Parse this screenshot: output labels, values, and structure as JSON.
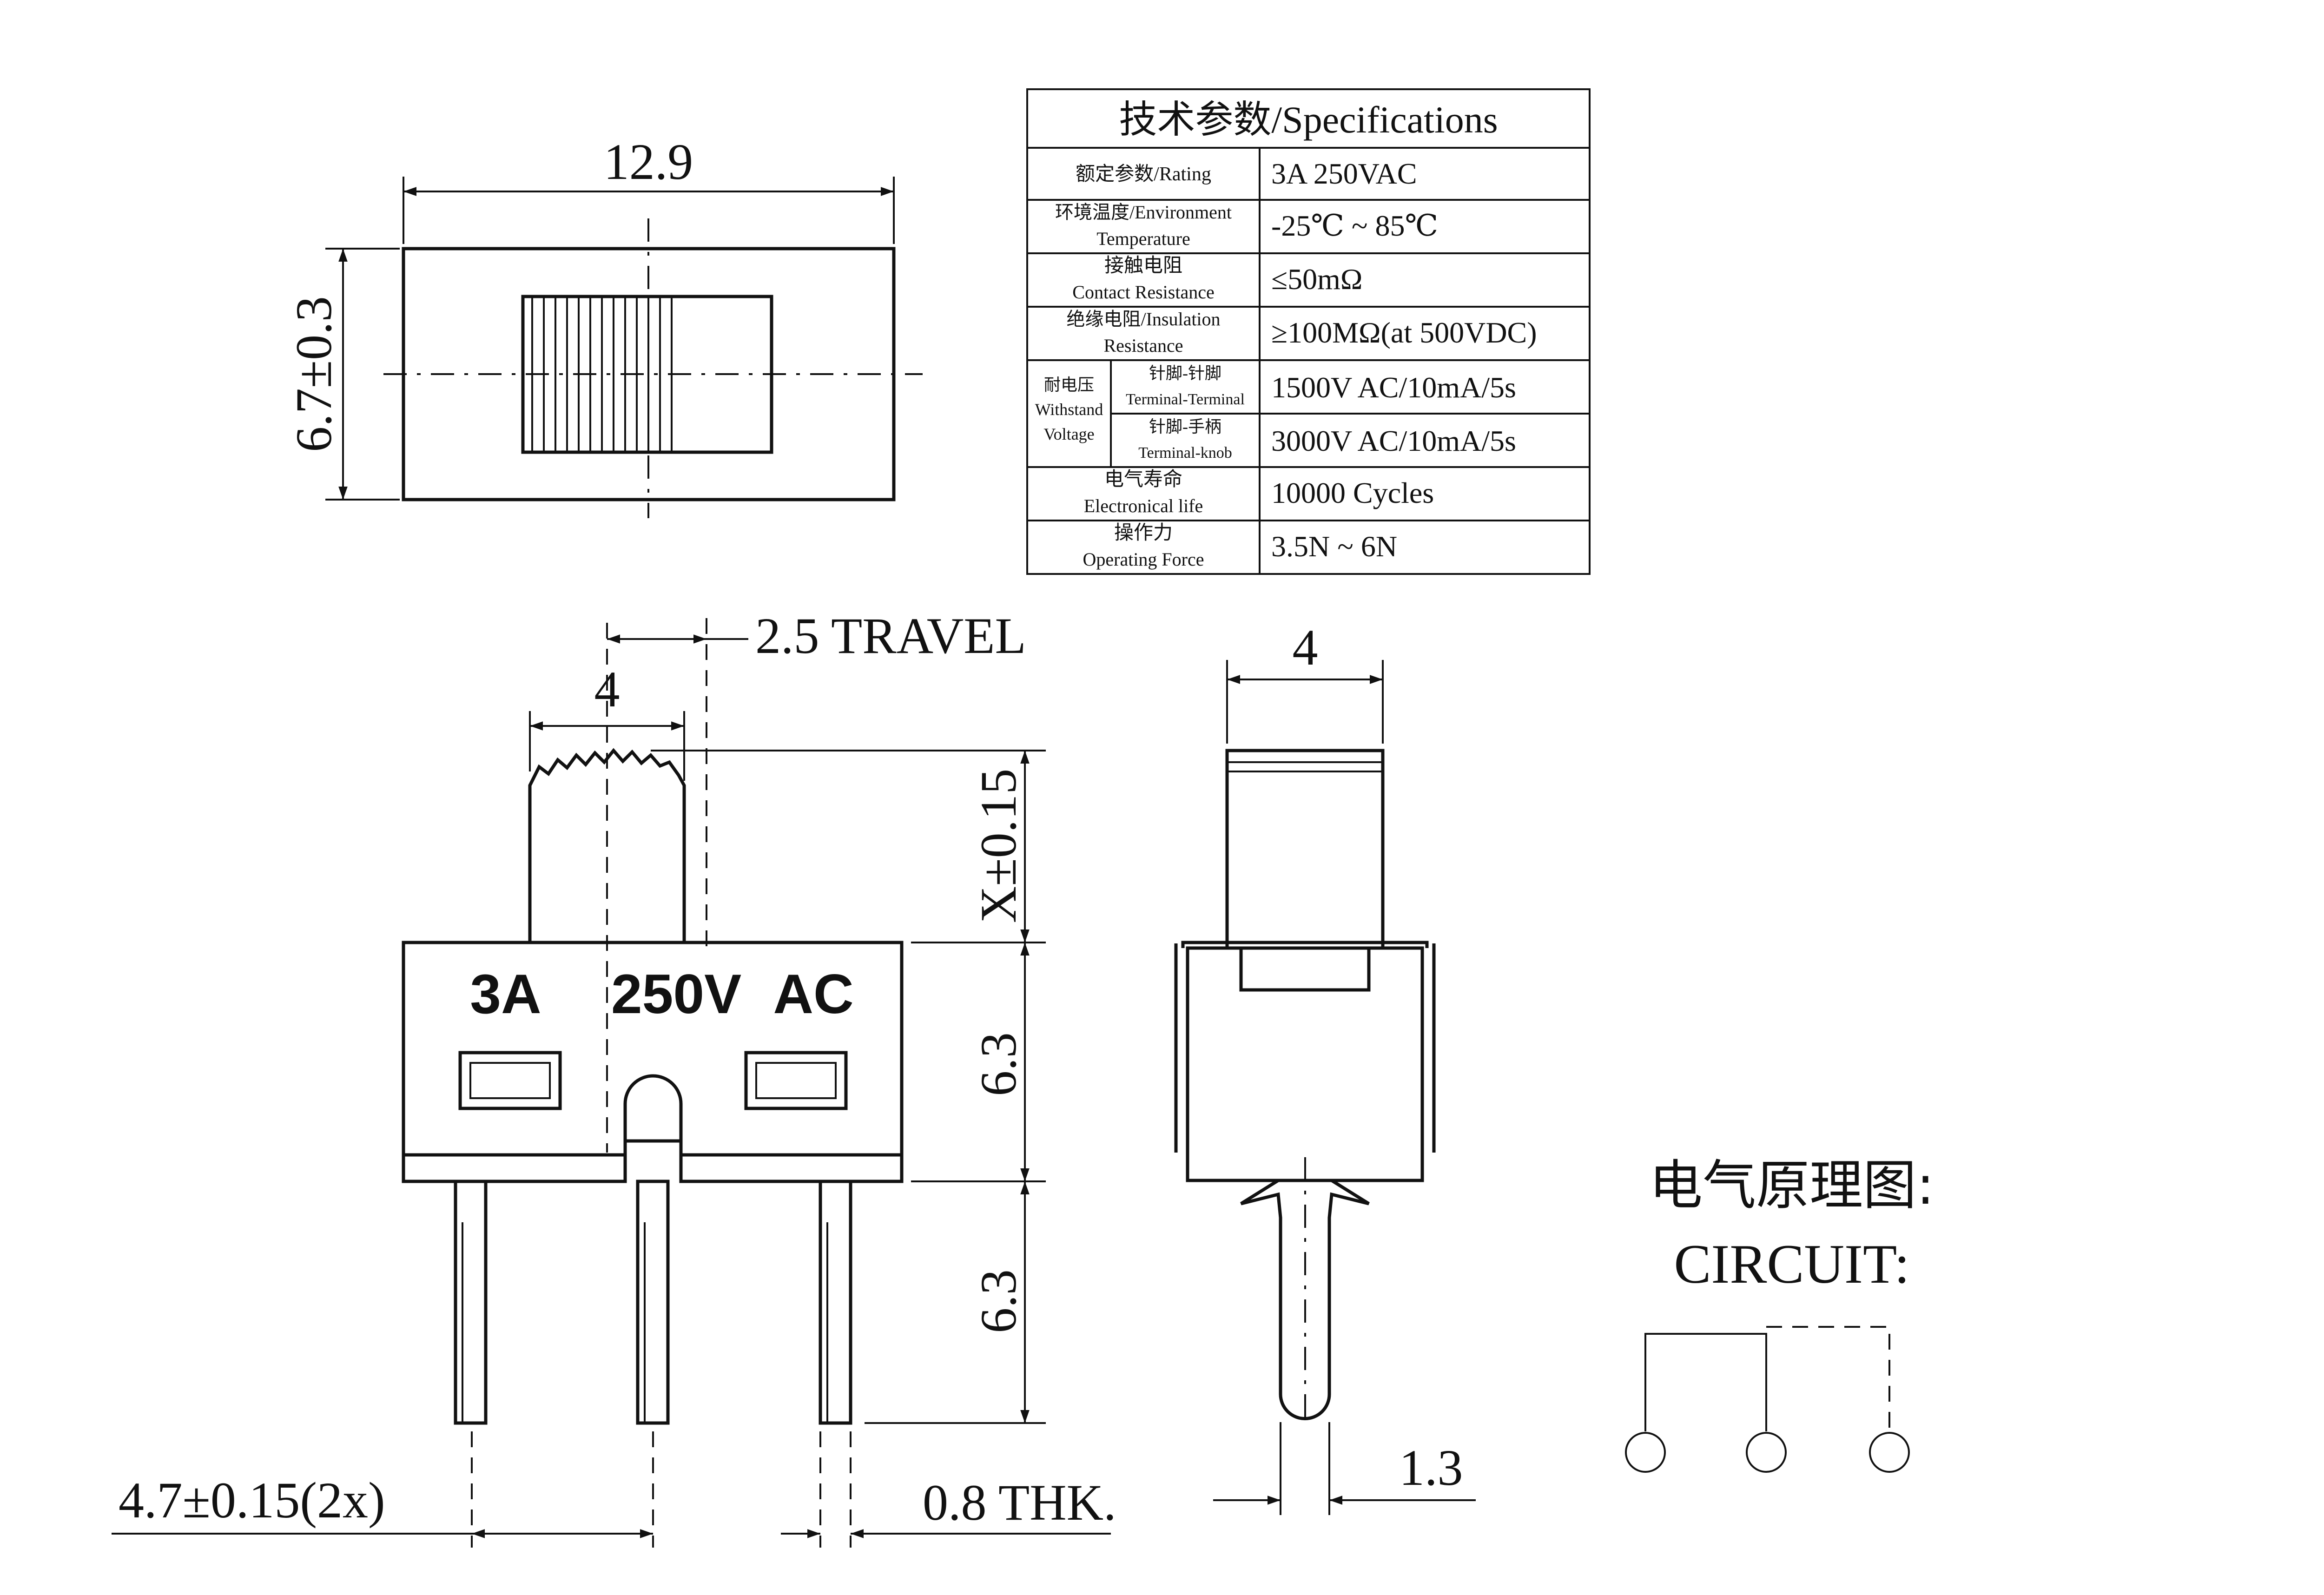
{
  "dimensions": {
    "top_width": "12.9",
    "top_height": "6.7±0.3",
    "travel": "2.5 TRAVEL",
    "knob_width": "4",
    "knob_height": "X±0.15",
    "body_height": "6.3",
    "pin_length": "6.3",
    "pin_pitch": "4.7±0.15(2x)",
    "pin_thickness": "0.8 THK.",
    "side_width": "4",
    "side_pin_width": "1.3"
  },
  "body_marking": {
    "current": "3A",
    "voltage": "250V",
    "type": "AC"
  },
  "circuit": {
    "title_cn": "电气原理图:",
    "title_en": "CIRCUIT:"
  },
  "specifications": {
    "title": "技术参数/Specifications",
    "rows": [
      {
        "label_line1": "额定参数/Rating",
        "label_line2": "",
        "value": "3A 250VAC"
      },
      {
        "label_line1": "环境温度/Environment",
        "label_line2": "Temperature",
        "value": "-25℃ ~ 85℃"
      },
      {
        "label_line1": "接触电阻",
        "label_line2": "Contact Resistance",
        "value": "≤50mΩ"
      },
      {
        "label_line1": "绝缘电阻/Insulation",
        "label_line2": "Resistance",
        "value": "≥100MΩ(at 500VDC)"
      },
      {
        "label_line1": "电气寿命",
        "label_line2": "Electronical life",
        "value": "10000 Cycles"
      },
      {
        "label_line1": "操作力",
        "label_line2": "Operating Force",
        "value": "3.5N ~ 6N"
      }
    ],
    "withstand": {
      "group_line1": "耐电压",
      "group_line2": "Withstand",
      "group_line3": "Voltage",
      "sub1_line1": "针脚-针脚",
      "sub1_line2": "Terminal-Terminal",
      "sub1_value": "1500V AC/10mA/5s",
      "sub2_line1": "针脚-手柄",
      "sub2_line2": "Terminal-knob",
      "sub2_value": "3000V AC/10mA/5s"
    }
  }
}
